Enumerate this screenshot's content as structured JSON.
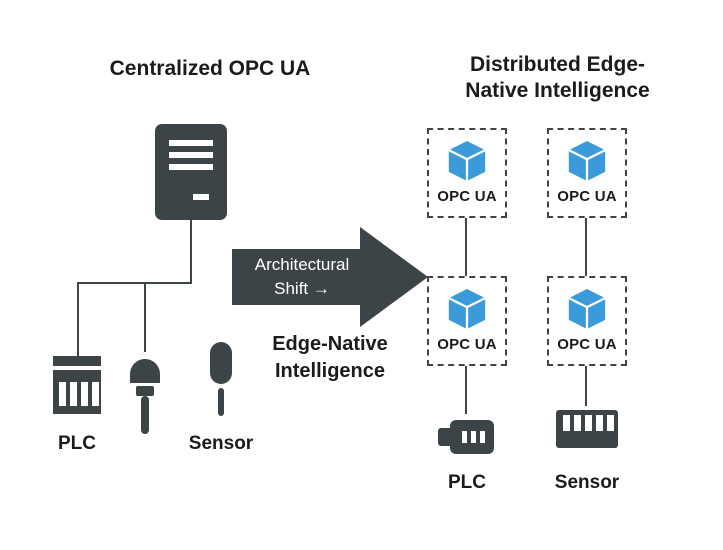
{
  "colors": {
    "dark": "#3d4448",
    "blue": "#3b9ad9",
    "text": "#1b1b1b",
    "white": "#ffffff"
  },
  "left_panel": {
    "title": "Centralized OPC UA",
    "plc_label": "PLC",
    "sensor_label": "Sensor",
    "icons": {
      "server": "server-icon",
      "plc": "plc-rack-icon",
      "plug_sensor": "plug-sensor-icon",
      "mic_sensor": "mic-sensor-icon"
    }
  },
  "transition": {
    "arrow_line1": "Architectural",
    "arrow_line2": "Shift →",
    "caption_line1": "Edge-Native",
    "caption_line2": "Intelligence"
  },
  "right_panel": {
    "title_line1": "Distributed Edge-",
    "title_line2": "Native Intelligence",
    "nodes": [
      {
        "label": "OPC UA",
        "icon": "cube-icon"
      },
      {
        "label": "OPC UA",
        "icon": "cube-icon"
      },
      {
        "label": "OPC UA",
        "icon": "cube-icon"
      },
      {
        "label": "OPC UA",
        "icon": "cube-icon"
      }
    ],
    "plc_label": "PLC",
    "sensor_label": "Sensor",
    "icons": {
      "plc": "plc-device-icon",
      "sensor": "sensor-block-icon"
    }
  }
}
